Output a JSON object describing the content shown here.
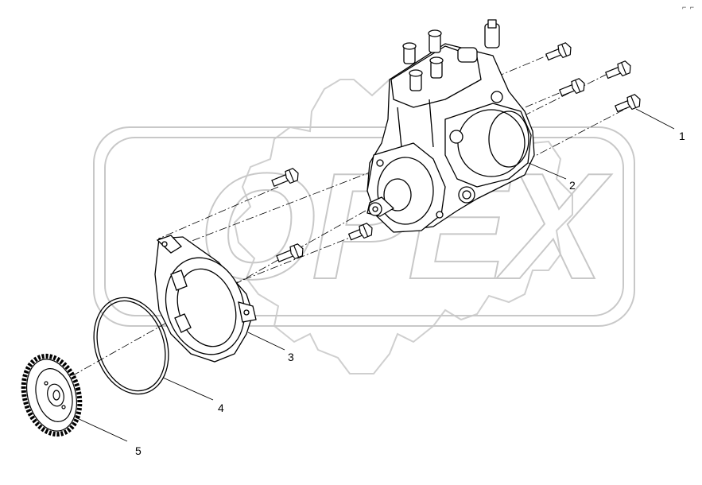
{
  "watermark": {
    "text": "OPEX",
    "color": "#c8c8c8"
  },
  "corner_mark": "⌐ ⌐",
  "callouts": [
    {
      "label": "1"
    },
    {
      "label": "2"
    },
    {
      "label": "3"
    },
    {
      "label": "4"
    },
    {
      "label": "5"
    }
  ],
  "colors": {
    "line": "#000000",
    "background": "#ffffff"
  }
}
